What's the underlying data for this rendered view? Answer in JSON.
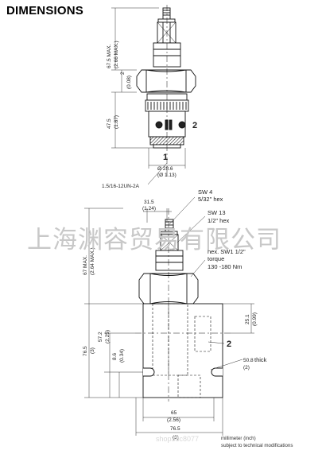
{
  "header": {
    "title": "DIMENSIONS"
  },
  "watermark": "上海渊容贸易有限公司",
  "shop_watermark": "shop38c8077",
  "top_view": {
    "height_max": "67.5 MAX.",
    "height_max_inch": "(2.66 MAX.)",
    "gap": "2",
    "gap_inch": "(0.08)",
    "thread_len": "47.5",
    "thread_len_inch": "(1.87)",
    "diameter": "Ø 28.6",
    "diameter_inch": "(Ø 1.13)",
    "thread_spec": "1.5/16-12UN-2A",
    "port1": "1",
    "port2": "2"
  },
  "bottom_view": {
    "top_offset": "31.5",
    "top_offset_inch": "(1.24)",
    "sw4": "SW 4",
    "sw4_hex": "5/32\" hex",
    "sw13": "SW 13",
    "sw13_hex": "1/2\" hex",
    "hex_sw": "hex. SW1 1/2\"",
    "torque": "torque",
    "torque_val": "130 -180 Nm",
    "height_max": "67 MAX.",
    "height_max_inch": "(2.64 MAX.)",
    "port_offset": "25.1",
    "port_offset_inch": "(0.99)",
    "port2": "2",
    "mid_h": "57.2",
    "mid_h_inch": "(2.25)",
    "body_h": "76.5",
    "body_h_inch": "(3)",
    "low_h": "8.6",
    "low_h_inch": "(0.34)",
    "thick": "50.8",
    "thick_word": "thick",
    "thick_inch": "(2)",
    "width_inner": "65",
    "width_inner_inch": "(2.56)",
    "width_outer": "76.5",
    "width_outer_inch": "(3)"
  },
  "footer": {
    "units": "millimeter (inch)",
    "note": "subject to technical modifications"
  }
}
